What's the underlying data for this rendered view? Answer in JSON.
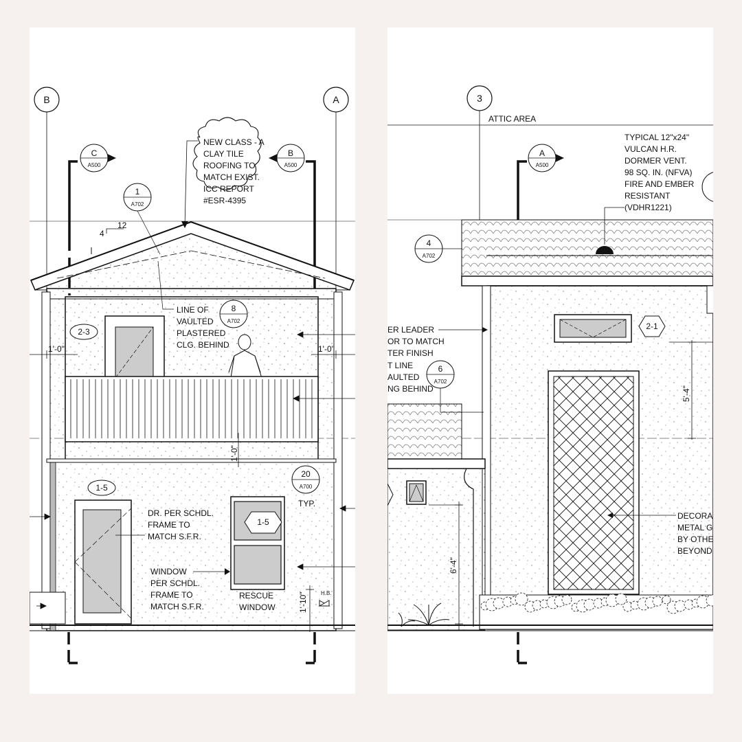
{
  "left_panel": {
    "grid_b": "B",
    "grid_a": "A",
    "section_c": {
      "letter": "C",
      "sheet": "A500"
    },
    "section_b": {
      "letter": "B",
      "sheet": "A500"
    },
    "detail_1": {
      "num": "1",
      "sheet": "A702"
    },
    "detail_8": {
      "num": "8",
      "sheet": "A702"
    },
    "detail_20": {
      "num": "20",
      "sheet": "A700"
    },
    "roof_note": [
      "NEW CLASS - A",
      "CLAY TILE",
      "ROOFING TO",
      "MATCH EXIST.",
      "ICC REPORT",
      "#ESR-4395"
    ],
    "slope_rise": "12",
    "slope_run": "4",
    "vault_note": [
      "LINE OF",
      "VAULTED",
      "PLASTERED",
      "CLG. BEHIND"
    ],
    "tag_2_3": "2-3",
    "tag_1_5_door": "1-5",
    "tag_1_5_window": "1-5",
    "dim_1_0_left": "1'-0\"",
    "dim_1_0_right": "1'-0\"",
    "dim_1_0_balcony": "1'-0\"",
    "dim_1_10": "1'-10\"",
    "typ": "TYP.",
    "door_note": [
      "DR. PER SCHDL.",
      "FRAME TO",
      "MATCH S.F.R."
    ],
    "window_note": [
      "WINDOW",
      "PER SCHDL.",
      "FRAME TO",
      "MATCH S.F.R."
    ],
    "rescue_note": [
      "RESCUE",
      "WINDOW"
    ],
    "hb": "H.B."
  },
  "right_panel": {
    "grid_3": "3",
    "attic_area": "ATTIC AREA",
    "section_a": {
      "letter": "A",
      "sheet": "A500"
    },
    "detail_4": {
      "num": "4",
      "sheet": "A702"
    },
    "detail_6": {
      "num": "6",
      "sheet": "A702"
    },
    "vent_note": [
      "TYPICAL 12\"x24\"",
      "VULCAN H.R.",
      "DORMER VENT.",
      "98 SQ. IN. (NFVA)",
      "FIRE AND EMBER",
      "RESISTANT",
      "(VDHR1221)"
    ],
    "leader_note": [
      "ER LEADER",
      "OR TO MATCH",
      "TER FINISH"
    ],
    "vault_note": [
      "T LINE",
      "AULTED",
      "NG BEHIND"
    ],
    "tag_2_1": "2-1",
    "dim_5_4": "5'-4\"",
    "dim_6_4": "6'-4\"",
    "gate_note": [
      "DECORA",
      "METAL G",
      "BY OTHE",
      "BEYOND"
    ]
  }
}
